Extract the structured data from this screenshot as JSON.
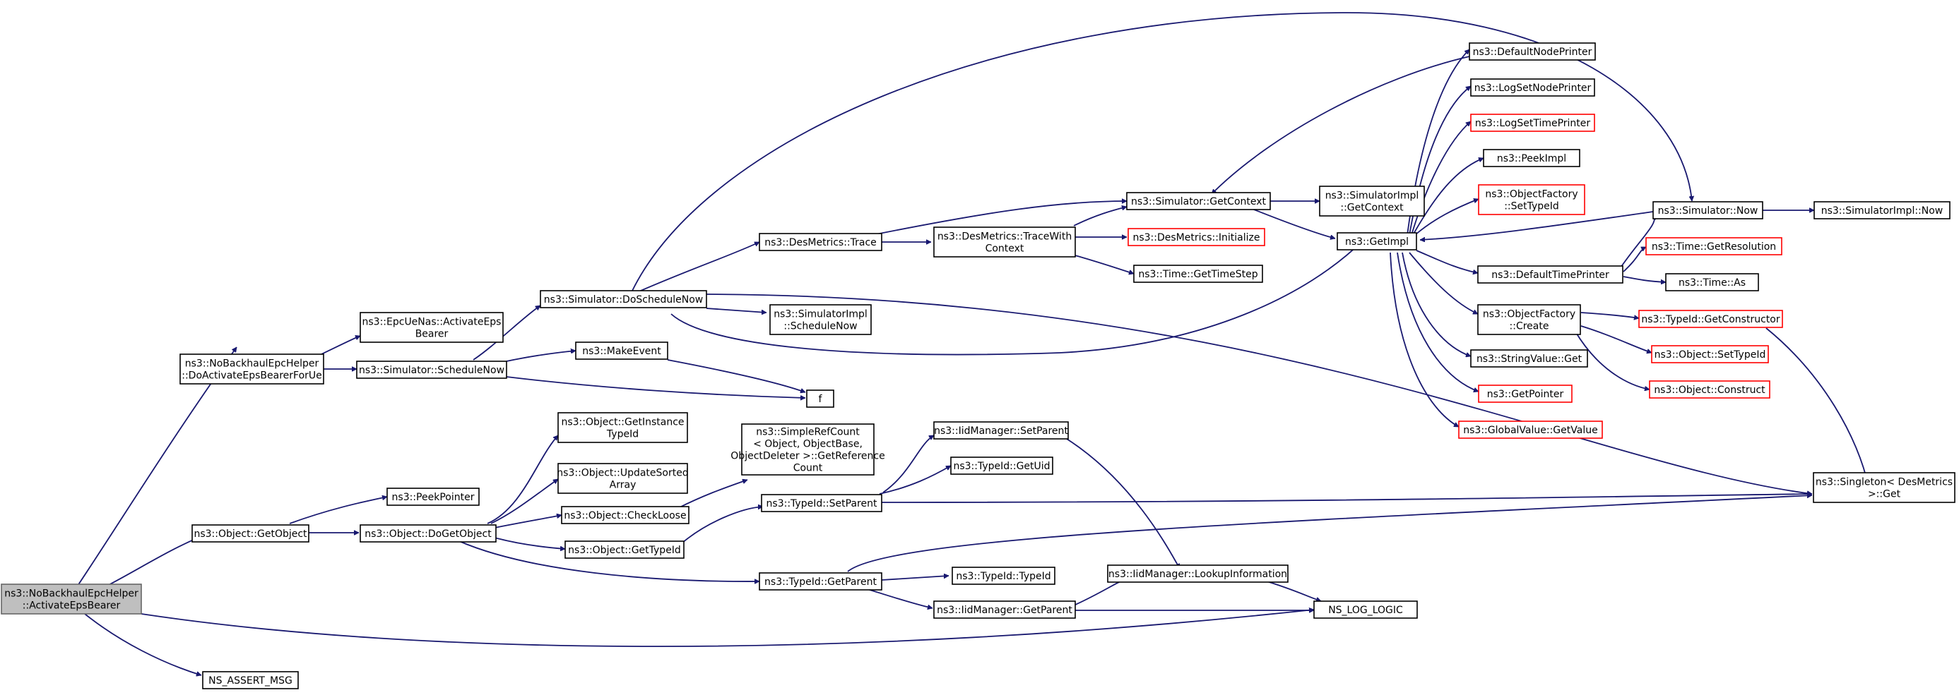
{
  "colors": {
    "edge": "#191970",
    "node_border": "#000000",
    "node_border_incomplete": "#ff0000",
    "root_fill": "#bfbfbf",
    "background": "#ffffff"
  },
  "nodes": [
    {
      "id": "n1",
      "lines": [
        "ns3::NoBackhaulEpcHelper",
        "::ActivateEpsBearer"
      ],
      "style": "root"
    },
    {
      "id": "n2",
      "lines": [
        "ns3::NoBackhaulEpcHelper",
        "::DoActivateEpsBearerForUe"
      ],
      "style": "normal"
    },
    {
      "id": "n3",
      "lines": [
        "ns3::EpcUeNas::ActivateEps",
        "Bearer"
      ],
      "style": "normal"
    },
    {
      "id": "n4",
      "lines": [
        "ns3::Simulator::ScheduleNow"
      ],
      "style": "normal"
    },
    {
      "id": "n5",
      "lines": [
        "ns3::Simulator::DoScheduleNow"
      ],
      "style": "normal"
    },
    {
      "id": "n6",
      "lines": [
        "ns3::DesMetrics::Trace"
      ],
      "style": "normal"
    },
    {
      "id": "n7",
      "lines": [
        "ns3::DesMetrics::TraceWith",
        "Context"
      ],
      "style": "normal"
    },
    {
      "id": "n8",
      "lines": [
        "ns3::Simulator::GetContext"
      ],
      "style": "normal"
    },
    {
      "id": "n9",
      "lines": [
        "ns3::DefaultNodePrinter"
      ],
      "style": "normal"
    },
    {
      "id": "n10",
      "lines": [
        "ns3::LogSetNodePrinter"
      ],
      "style": "normal"
    },
    {
      "id": "n11",
      "lines": [
        "ns3::LogSetTimePrinter"
      ],
      "style": "red"
    },
    {
      "id": "n12",
      "lines": [
        "ns3::PeekImpl"
      ],
      "style": "normal"
    },
    {
      "id": "n13",
      "lines": [
        "ns3::ObjectFactory",
        "::SetTypeId"
      ],
      "style": "red"
    },
    {
      "id": "n14",
      "lines": [
        "ns3::SimulatorImpl",
        "::GetContext"
      ],
      "style": "normal"
    },
    {
      "id": "n15",
      "lines": [
        "ns3::GetImpl"
      ],
      "style": "normal"
    },
    {
      "id": "n16",
      "lines": [
        "ns3::DesMetrics::Initialize"
      ],
      "style": "red"
    },
    {
      "id": "n17",
      "lines": [
        "ns3::Time::GetTimeStep"
      ],
      "style": "normal"
    },
    {
      "id": "n18",
      "lines": [
        "ns3::Simulator::Now"
      ],
      "style": "normal"
    },
    {
      "id": "n19",
      "lines": [
        "ns3::SimulatorImpl::Now"
      ],
      "style": "normal"
    },
    {
      "id": "n20",
      "lines": [
        "ns3::DefaultTimePrinter"
      ],
      "style": "normal"
    },
    {
      "id": "n21",
      "lines": [
        "ns3::Time::GetResolution"
      ],
      "style": "red"
    },
    {
      "id": "n22",
      "lines": [
        "ns3::Time::As"
      ],
      "style": "normal"
    },
    {
      "id": "n23",
      "lines": [
        "ns3::ObjectFactory",
        "::Create"
      ],
      "style": "normal"
    },
    {
      "id": "n24",
      "lines": [
        "ns3::TypeId::GetConstructor"
      ],
      "style": "red"
    },
    {
      "id": "n25",
      "lines": [
        "ns3::Object::SetTypeId"
      ],
      "style": "red"
    },
    {
      "id": "n26",
      "lines": [
        "ns3::Object::Construct"
      ],
      "style": "red"
    },
    {
      "id": "n27",
      "lines": [
        "ns3::StringValue::Get"
      ],
      "style": "normal"
    },
    {
      "id": "n28",
      "lines": [
        "ns3::GetPointer"
      ],
      "style": "red"
    },
    {
      "id": "n29",
      "lines": [
        "ns3::GlobalValue::GetValue"
      ],
      "style": "red"
    },
    {
      "id": "n30",
      "lines": [
        "ns3::SimulatorImpl",
        "::ScheduleNow"
      ],
      "style": "normal"
    },
    {
      "id": "n31",
      "lines": [
        "ns3::MakeEvent"
      ],
      "style": "normal"
    },
    {
      "id": "n32",
      "lines": [
        "f"
      ],
      "style": "normal"
    },
    {
      "id": "n33",
      "lines": [
        "ns3::Singleton< DesMetrics",
        " >::Get"
      ],
      "style": "normal"
    },
    {
      "id": "n34",
      "lines": [
        "ns3::Object::GetObject"
      ],
      "style": "normal"
    },
    {
      "id": "n35",
      "lines": [
        "ns3::PeekPointer"
      ],
      "style": "normal"
    },
    {
      "id": "n36",
      "lines": [
        "ns3::Object::DoGetObject"
      ],
      "style": "normal"
    },
    {
      "id": "n37",
      "lines": [
        "ns3::Object::GetInstance",
        "TypeId"
      ],
      "style": "normal"
    },
    {
      "id": "n38",
      "lines": [
        "ns3::Object::UpdateSorted",
        "Array"
      ],
      "style": "normal"
    },
    {
      "id": "n39",
      "lines": [
        "ns3::Object::CheckLoose"
      ],
      "style": "normal"
    },
    {
      "id": "n40",
      "lines": [
        "ns3::Object::GetTypeId"
      ],
      "style": "normal"
    },
    {
      "id": "n41",
      "lines": [
        "ns3::SimpleRefCount",
        "< Object, ObjectBase,",
        " ObjectDeleter >::GetReference",
        "Count"
      ],
      "style": "normal"
    },
    {
      "id": "n42",
      "lines": [
        "ns3::TypeId::SetParent"
      ],
      "style": "normal"
    },
    {
      "id": "n43",
      "lines": [
        "ns3::IidManager::SetParent"
      ],
      "style": "normal"
    },
    {
      "id": "n44",
      "lines": [
        "ns3::TypeId::GetUid"
      ],
      "style": "normal"
    },
    {
      "id": "n45",
      "lines": [
        "ns3::TypeId::GetParent"
      ],
      "style": "normal"
    },
    {
      "id": "n46",
      "lines": [
        "ns3::TypeId::TypeId"
      ],
      "style": "normal"
    },
    {
      "id": "n47",
      "lines": [
        "ns3::IidManager::GetParent"
      ],
      "style": "normal"
    },
    {
      "id": "n48",
      "lines": [
        "ns3::IidManager::LookupInformation"
      ],
      "style": "normal"
    },
    {
      "id": "n49",
      "lines": [
        "NS_LOG_LOGIC"
      ],
      "style": "normal"
    },
    {
      "id": "n50",
      "lines": [
        "NS_ASSERT_MSG"
      ],
      "style": "normal"
    }
  ]
}
